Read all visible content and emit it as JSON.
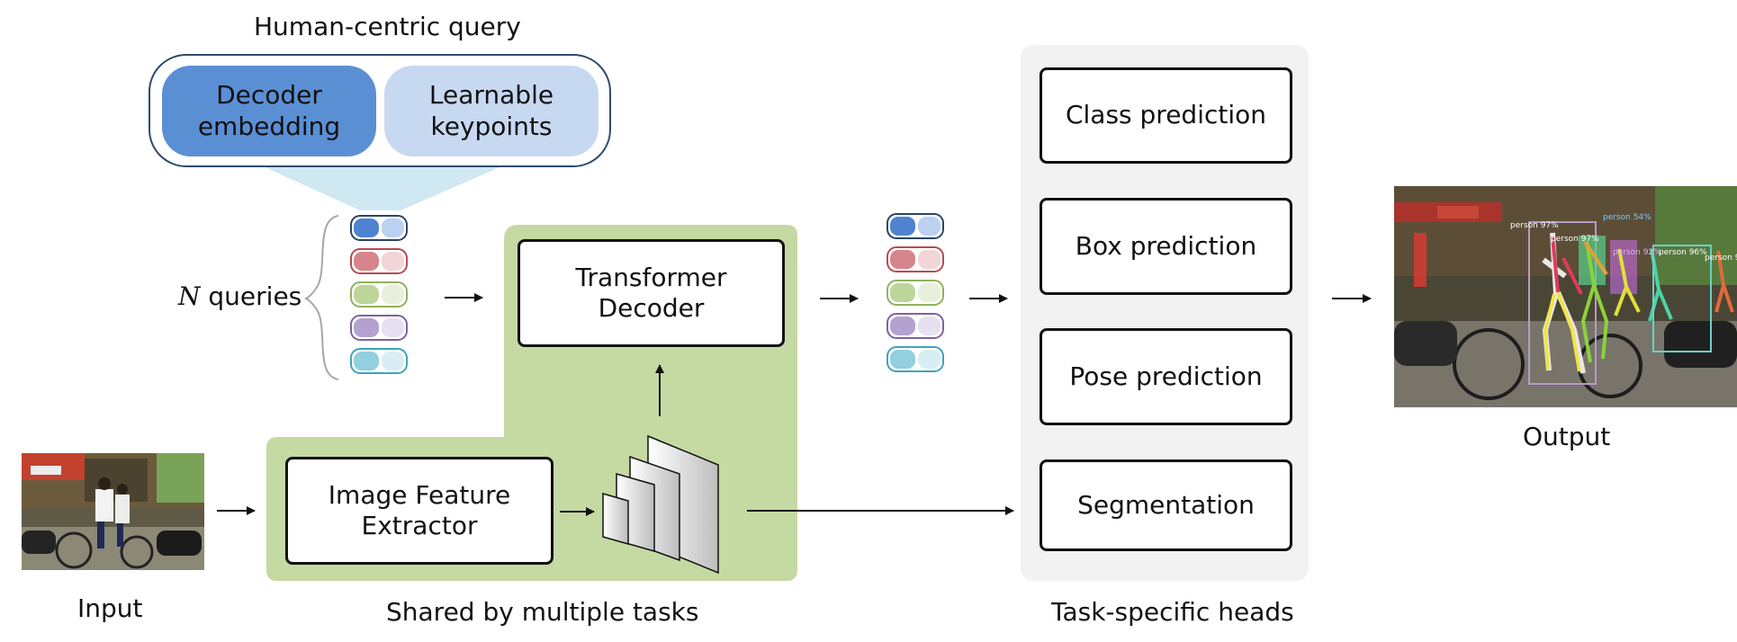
{
  "query": {
    "title": "Human-centric query",
    "decoder_embedding": "Decoder\nembedding",
    "learnable_keypoints": "Learnable\nkeypoints",
    "n_queries_var": "N",
    "n_queries_text": "queries"
  },
  "blocks": {
    "transformer_decoder": "Transformer\nDecoder",
    "image_feature_extractor": "Image Feature\nExtractor"
  },
  "heads": {
    "class": "Class prediction",
    "box": "Box prediction",
    "pose": "Pose prediction",
    "segmentation": "Segmentation"
  },
  "captions": {
    "input": "Input",
    "shared": "Shared by multiple tasks",
    "task_specific": "Task-specific heads",
    "output": "Output"
  },
  "detections": [
    "person 97%",
    "person 97%",
    "person 54%",
    "person 92%",
    "person 96%",
    "person 9"
  ],
  "colors": {
    "shared_bg": "#c5d9a3",
    "heads_bg": "#f2f2f2",
    "query_outline": "#2f4b6b",
    "decoder_embedding": "#5b8fd4",
    "learnable_keypoints": "#c7d9f1",
    "pills": [
      {
        "border": "#2c4566",
        "left": "#4f82cf",
        "right": "#bcd1ef"
      },
      {
        "border": "#b84b50",
        "left": "#d6858c",
        "right": "#f2d5d7"
      },
      {
        "border": "#8fb25a",
        "left": "#bcd69a",
        "right": "#e7f0da"
      },
      {
        "border": "#7d62a2",
        "left": "#b3a2cf",
        "right": "#e7e0f1"
      },
      {
        "border": "#3fa3bc",
        "left": "#92cfdf",
        "right": "#d8eef4"
      }
    ]
  }
}
